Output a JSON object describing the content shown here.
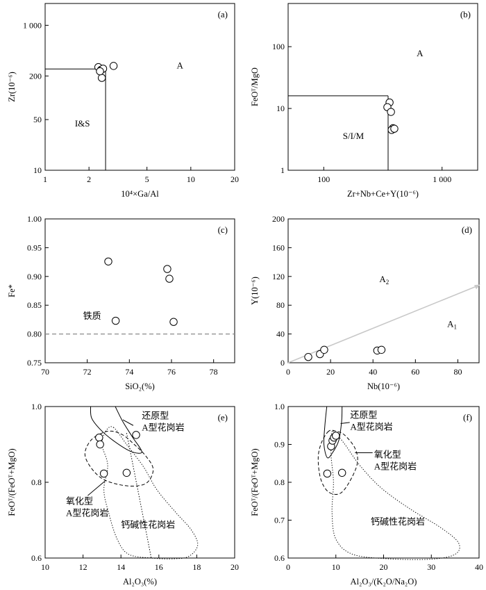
{
  "chart_data": [
    {
      "id": "a",
      "type": "scatter",
      "panel_label": "(a)",
      "xlabel": "10⁴×Ga/Al",
      "ylabel": "Zr(10⁻⁶)",
      "xlim": [
        1,
        20
      ],
      "ylim": [
        10,
        2000
      ],
      "xscale": "log",
      "yscale": "log",
      "xticks": [
        {
          "v": 1,
          "label": "1"
        },
        {
          "v": 2,
          "label": "2"
        },
        {
          "v": 5,
          "label": "5"
        },
        {
          "v": 10,
          "label": "10"
        },
        {
          "v": 20,
          "label": "20"
        }
      ],
      "yticks": [
        {
          "v": 10,
          "label": "10"
        },
        {
          "v": 50,
          "label": "50"
        },
        {
          "v": 200,
          "label": "200"
        },
        {
          "v": 1000,
          "label": "1 000"
        }
      ],
      "points": [
        [
          2.32,
          265
        ],
        [
          2.42,
          243
        ],
        [
          2.5,
          252
        ],
        [
          2.95,
          275
        ],
        [
          2.45,
          188
        ],
        [
          2.38,
          232
        ]
      ],
      "lines": [
        [
          [
            1,
            250
          ],
          [
            2.6,
            250
          ]
        ],
        [
          [
            2.6,
            250
          ],
          [
            2.6,
            10
          ]
        ]
      ],
      "region_labels": [
        {
          "text": "A",
          "x": 8,
          "y": 255
        },
        {
          "text": "I&S",
          "x": 1.6,
          "y": 40
        }
      ]
    },
    {
      "id": "b",
      "type": "scatter",
      "panel_label": "(b)",
      "xlabel": "Zr+Nb+Ce+Y(10⁻⁶)",
      "ylabel": "FeOᵀ/MgO",
      "xlim": [
        50,
        2000
      ],
      "ylim": [
        1,
        500
      ],
      "xscale": "log",
      "yscale": "log",
      "xticks": [
        {
          "v": 100,
          "label": "100"
        },
        {
          "v": 1000,
          "label": "1 000"
        }
      ],
      "yticks": [
        {
          "v": 1,
          "label": "1"
        },
        {
          "v": 10,
          "label": "10"
        },
        {
          "v": 100,
          "label": "100"
        }
      ],
      "points": [
        [
          360,
          12.5
        ],
        [
          345,
          10.5
        ],
        [
          370,
          8.8
        ],
        [
          385,
          4.8
        ],
        [
          375,
          4.5
        ],
        [
          395,
          4.7
        ]
      ],
      "lines": [
        [
          [
            50,
            16
          ],
          [
            350,
            16
          ]
        ],
        [
          [
            350,
            16
          ],
          [
            350,
            1
          ]
        ]
      ],
      "region_labels": [
        {
          "text": "A",
          "x": 610,
          "y": 70
        },
        {
          "text": "S/I/M",
          "x": 145,
          "y": 3.2
        }
      ]
    },
    {
      "id": "c",
      "type": "scatter",
      "panel_label": "(c)",
      "xlabel": "SiO₂(%)",
      "ylabel": "Fe*",
      "xlim": [
        70,
        79
      ],
      "ylim": [
        0.75,
        1.0
      ],
      "xticks": [
        {
          "v": 70,
          "label": "70"
        },
        {
          "v": 72,
          "label": "72"
        },
        {
          "v": 74,
          "label": "74"
        },
        {
          "v": 76,
          "label": "76"
        },
        {
          "v": 78,
          "label": "78"
        }
      ],
      "yticks": [
        {
          "v": 0.75,
          "label": "0.75"
        },
        {
          "v": 0.8,
          "label": "0.80"
        },
        {
          "v": 0.85,
          "label": "0.85"
        },
        {
          "v": 0.9,
          "label": "0.90"
        },
        {
          "v": 0.95,
          "label": "0.95"
        },
        {
          "v": 1.0,
          "label": "1.00"
        }
      ],
      "points": [
        [
          73.0,
          0.926
        ],
        [
          73.35,
          0.823
        ],
        [
          75.8,
          0.913
        ],
        [
          75.9,
          0.896
        ],
        [
          76.1,
          0.821
        ]
      ],
      "dashed_line": {
        "y": 0.8
      },
      "region_labels": [
        {
          "text": "铁质",
          "x": 71.8,
          "y": 0.826
        }
      ]
    },
    {
      "id": "d",
      "type": "scatter",
      "panel_label": "(d)",
      "xlabel": "Nb(10⁻⁶)",
      "ylabel": "Y(10⁻⁶)",
      "xlim": [
        0,
        90
      ],
      "ylim": [
        0,
        200
      ],
      "xticks": [
        {
          "v": 0,
          "label": "0"
        },
        {
          "v": 20,
          "label": "20"
        },
        {
          "v": 40,
          "label": "40"
        },
        {
          "v": 60,
          "label": "60"
        },
        {
          "v": 80,
          "label": "80"
        }
      ],
      "yticks": [
        {
          "v": 0,
          "label": "0"
        },
        {
          "v": 40,
          "label": "40"
        },
        {
          "v": 80,
          "label": "80"
        },
        {
          "v": 120,
          "label": "120"
        },
        {
          "v": 160,
          "label": "160"
        },
        {
          "v": 200,
          "label": "200"
        }
      ],
      "points": [
        [
          9.5,
          8
        ],
        [
          15,
          12
        ],
        [
          17,
          18
        ],
        [
          42,
          17
        ],
        [
          44,
          18
        ]
      ],
      "arrow_line": [
        [
          0,
          0
        ],
        [
          90,
          108
        ]
      ],
      "region_labels": [
        {
          "text": "A",
          "sub": "2",
          "x": 43,
          "y": 112
        },
        {
          "text": "A",
          "sub": "1",
          "x": 75,
          "y": 50
        }
      ]
    },
    {
      "id": "e",
      "type": "scatter",
      "panel_label": "(e)",
      "xlabel": "Al₂O₃(%)",
      "ylabel": "FeOᵀ/(FeOᵀ+MgO)",
      "xlim": [
        10,
        20
      ],
      "ylim": [
        0.6,
        1.0
      ],
      "xticks": [
        {
          "v": 10,
          "label": "10"
        },
        {
          "v": 12,
          "label": "12"
        },
        {
          "v": 14,
          "label": "14"
        },
        {
          "v": 16,
          "label": "16"
        },
        {
          "v": 18,
          "label": "18"
        },
        {
          "v": 20,
          "label": "20"
        }
      ],
      "yticks": [
        {
          "v": 0.6,
          "label": "0.6"
        },
        {
          "v": 0.8,
          "label": "0.8"
        },
        {
          "v": 1.0,
          "label": "1.0"
        }
      ],
      "points": [
        [
          12.85,
          0.918
        ],
        [
          12.9,
          0.9
        ],
        [
          13.1,
          0.823
        ],
        [
          14.3,
          0.825
        ],
        [
          14.8,
          0.925
        ]
      ],
      "regions": [
        {
          "name": "还原型 A型花岗岩",
          "style": "solid",
          "points": [
            [
              12.4,
              1.0
            ],
            [
              12.45,
              0.97
            ],
            [
              12.9,
              0.94
            ],
            [
              13.6,
              0.91
            ],
            [
              14.5,
              0.882
            ],
            [
              15.1,
              0.88
            ],
            [
              14.6,
              0.92
            ],
            [
              14.1,
              0.96
            ],
            [
              13.7,
              1.0
            ]
          ]
        },
        {
          "name": "氧化型 A型花岗岩",
          "style": "dashed",
          "points": [
            [
              13.0,
              0.93
            ],
            [
              12.4,
              0.91
            ],
            [
              12.1,
              0.875
            ],
            [
              12.4,
              0.84
            ],
            [
              13.0,
              0.81
            ],
            [
              13.8,
              0.795
            ],
            [
              14.7,
              0.79
            ],
            [
              15.4,
              0.8
            ],
            [
              15.7,
              0.835
            ],
            [
              15.3,
              0.87
            ],
            [
              14.7,
              0.9
            ],
            [
              14.1,
              0.925
            ],
            [
              13.5,
              0.935
            ]
          ]
        },
        {
          "name": "钙碱性花岗岩",
          "style": "dotted",
          "points": [
            [
              13.6,
              0.945
            ],
            [
              14.3,
              0.9
            ],
            [
              15.2,
              0.84
            ],
            [
              15.9,
              0.78
            ],
            [
              16.9,
              0.72
            ],
            [
              17.7,
              0.675
            ],
            [
              18.05,
              0.635
            ],
            [
              17.6,
              0.605
            ],
            [
              16.8,
              0.598
            ],
            [
              15.6,
              0.6
            ],
            [
              14.4,
              0.61
            ],
            [
              13.8,
              0.65
            ],
            [
              13.35,
              0.72
            ],
            [
              13.1,
              0.78
            ],
            [
              13.3,
              0.845
            ],
            [
              13.0,
              0.9
            ],
            [
              13.2,
              0.935
            ]
          ]
        }
      ],
      "region_labels": [
        {
          "lines": [
            "还原型",
            "A型花岗岩"
          ],
          "x": 15.1,
          "y": 0.968,
          "leader": [
            [
              14.65,
              0.95
            ],
            [
              14.1,
              0.965
            ]
          ]
        },
        {
          "lines": [
            "氧化型",
            "A型花岗岩"
          ],
          "x": 11.1,
          "y": 0.742,
          "leader": [
            [
              12.25,
              0.765
            ],
            [
              13.2,
              0.805
            ]
          ]
        },
        {
          "lines": [
            "钙碱性花岗岩"
          ],
          "x": 14.0,
          "y": 0.68
        }
      ],
      "divider": [
        [
          14.3,
          0.93
        ],
        [
          15.6,
          0.6
        ]
      ]
    },
    {
      "id": "f",
      "type": "scatter",
      "panel_label": "(f)",
      "xlabel": "Al₂O₃/(K₂O/Na₂O)",
      "ylabel": "FeOᵀ/(FeOᵀ+MgO)",
      "xlim": [
        0,
        40
      ],
      "ylim": [
        0.6,
        1.0
      ],
      "xticks": [
        {
          "v": 0,
          "label": "0"
        },
        {
          "v": 10,
          "label": "10"
        },
        {
          "v": 20,
          "label": "20"
        },
        {
          "v": 30,
          "label": "30"
        },
        {
          "v": 40,
          "label": "40"
        }
      ],
      "yticks": [
        {
          "v": 0.6,
          "label": "0.6"
        },
        {
          "v": 0.7,
          "label": "0.7"
        },
        {
          "v": 0.8,
          "label": "0.8"
        },
        {
          "v": 0.9,
          "label": "0.9"
        },
        {
          "v": 1.0,
          "label": "1.0"
        }
      ],
      "points": [
        [
          9.0,
          0.895
        ],
        [
          9.3,
          0.91
        ],
        [
          9.6,
          0.918
        ],
        [
          10.0,
          0.923
        ],
        [
          8.2,
          0.823
        ],
        [
          11.3,
          0.825
        ]
      ],
      "regions": [
        {
          "name": "还原型 A型花岗岩",
          "style": "solid",
          "points": [
            [
              8.1,
              1.0
            ],
            [
              7.7,
              0.95
            ],
            [
              7.5,
              0.9
            ],
            [
              8.2,
              0.865
            ],
            [
              9.3,
              0.878
            ],
            [
              10.6,
              0.91
            ],
            [
              11.2,
              0.96
            ],
            [
              11.3,
              1.0
            ]
          ]
        },
        {
          "name": "氧化型 A型花岗岩",
          "style": "dashed",
          "points": [
            [
              8.5,
              0.935
            ],
            [
              7.0,
              0.905
            ],
            [
              6.3,
              0.865
            ],
            [
              6.8,
              0.81
            ],
            [
              8.4,
              0.775
            ],
            [
              10.8,
              0.77
            ],
            [
              12.8,
              0.8
            ],
            [
              14.5,
              0.85
            ],
            [
              14.0,
              0.89
            ],
            [
              11.8,
              0.925
            ],
            [
              10.0,
              0.935
            ]
          ]
        },
        {
          "name": "钙碱性花岗岩",
          "style": "dotted",
          "points": [
            [
              9.4,
              0.935
            ],
            [
              11.6,
              0.905
            ],
            [
              15.0,
              0.845
            ],
            [
              19.5,
              0.785
            ],
            [
              25.5,
              0.73
            ],
            [
              32.0,
              0.68
            ],
            [
              35.7,
              0.64
            ],
            [
              35.0,
              0.61
            ],
            [
              30.0,
              0.597
            ],
            [
              21.0,
              0.598
            ],
            [
              13.5,
              0.61
            ],
            [
              10.0,
              0.65
            ],
            [
              9.2,
              0.72
            ],
            [
              9.5,
              0.8
            ],
            [
              9.0,
              0.87
            ],
            [
              9.1,
              0.915
            ]
          ]
        }
      ],
      "region_labels": [
        {
          "lines": [
            "还原型",
            "A型花岗岩"
          ],
          "x": 13.0,
          "y": 0.97,
          "leader": [
            [
              11.0,
              0.955
            ],
            [
              12.9,
              0.958
            ]
          ]
        },
        {
          "lines": [
            "氧化型",
            "A型花岗岩"
          ],
          "x": 18.0,
          "y": 0.865,
          "leader": [
            [
              14.0,
              0.878
            ],
            [
              17.7,
              0.878
            ]
          ]
        },
        {
          "lines": [
            "钙碱性花岗岩"
          ],
          "x": 17.3,
          "y": 0.688
        }
      ]
    }
  ]
}
